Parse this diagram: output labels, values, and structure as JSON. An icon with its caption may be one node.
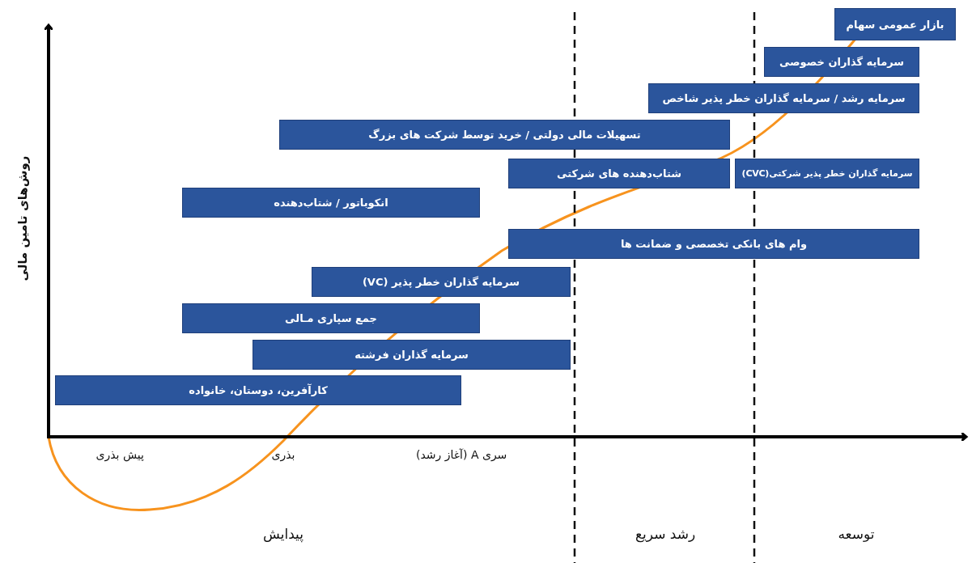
{
  "diagram": {
    "nodes": [
      {
        "text": [
          "بازار عمومی سهام"
        ]
      },
      {
        "text": [
          "سرمایه گذاران خصوصی"
        ]
      },
      {
        "text": [
          "سرمایه رشد / سرمایه گذاران خطر پذیر شاخص"
        ]
      },
      {
        "text": [
          "تسهیلات مالی دولتی / خرید توسط شرکت های بزرگ"
        ]
      },
      {
        "text": [
          "شتاب‌دهنده های شرکتی"
        ]
      },
      {
        "text": [
          "سرمایه گذاران خطر پذیر شرکتی(CVC)"
        ]
      },
      {
        "text": [
          "انکوباتور / شتاب‌دهنده"
        ]
      },
      {
        "text": [
          "وام های بانکی تخصصی و ضمانت ها"
        ]
      },
      {
        "text": [
          "سرمایه گذاران خطر پذیر (VC)"
        ]
      },
      {
        "text": [
          "جمع سپاری مـالی"
        ]
      },
      {
        "text": [
          "سرمایه گذاران فرشته"
        ]
      },
      {
        "text": [
          "کارآفرین، دوستان، خانواده"
        ]
      }
    ],
    "labels": [
      "روش‌های تامین مالی",
      "پیش بذری",
      "بذری",
      "سری A (آغاز رشد)",
      "پیدایش",
      "رشد سریع",
      "توسعه"
    ]
  }
}
